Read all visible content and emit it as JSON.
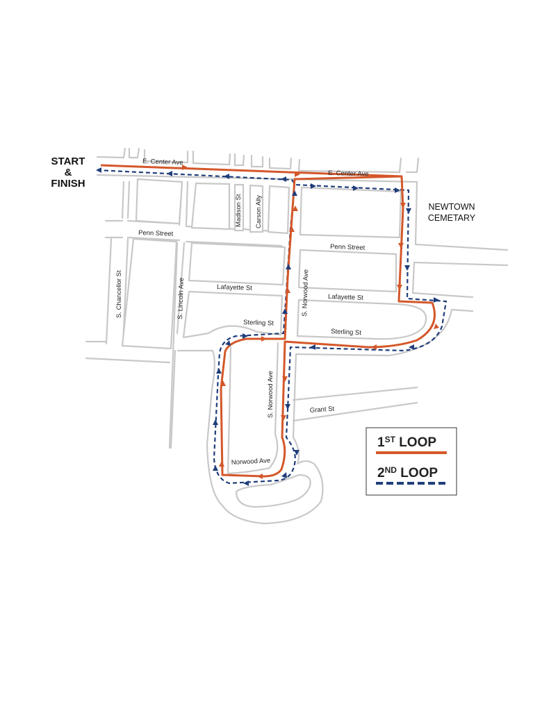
{
  "start_finish": {
    "line1": "START",
    "line2": "&",
    "line3": "FINISH"
  },
  "landmark": {
    "line1": "NEWTOWN",
    "line2": "CEMETARY"
  },
  "streets": {
    "center_ave_west": "E. Center Ave",
    "center_ave_east": "E. Center Ave",
    "madison": "Madison St",
    "carson": "Carson Ally",
    "penn_west": "Penn Street",
    "penn_east": "Penn Street",
    "chancellor": "S. Chancellor St",
    "lincoln": "S. Lincoln Ave",
    "lafayette_west": "Lafayette St",
    "lafayette_east": "Lafayette St",
    "norwood_north": "S. Norwood Ave",
    "sterling_west": "Sterling St",
    "sterling_east": "Sterling St",
    "norwood_south": "S. Norwood Ave",
    "grant": "Grant St",
    "norwood_loop": "Norwood Ave"
  },
  "legend": {
    "loop1_num": "1",
    "loop1_sup": "ST",
    "loop1_word": " LOOP",
    "loop2_num": "2",
    "loop2_sup": "ND",
    "loop2_word": " LOOP"
  },
  "colors": {
    "loop1": "#d4572a",
    "loop2": "#1f3d7a",
    "street_outline": "#c8c8c8"
  }
}
